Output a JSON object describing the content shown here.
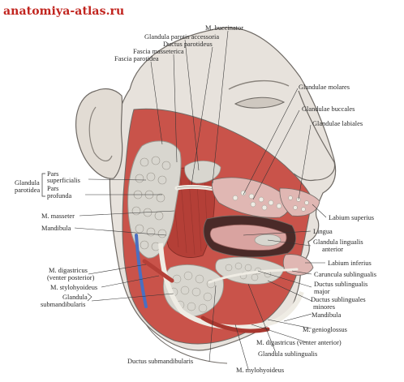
{
  "watermark": {
    "text": "anatomiya-atlas.ru",
    "color": "#c1241e"
  },
  "labels": {
    "m_buccinator": "M. buccinator",
    "glandula_parotis_accessoria": "Glandula parotis accessoria",
    "ductus_parotideus": "Ductus parotideus",
    "fascia_masseterica": "Fascia masseterica",
    "fascia_parotidea": "Fascia parotidea",
    "glandulae_molares": "Glandulae molares",
    "glandulae_buccales": "Glandulae buccales",
    "glandulae_labiales": "Glandulae labiales",
    "glandula_parotidea_1": "Glandula",
    "glandula_parotidea_2": "parotidea",
    "pars_superficialis_1": "Pars",
    "pars_superficialis_2": "superficialis",
    "pars_profunda_1": "Pars",
    "pars_profunda_2": "profunda",
    "m_masseter": "M. masseter",
    "mandibula_left": "Mandibula",
    "labium_superius": "Labium superius",
    "lingua": "Lingua",
    "glandula_lingualis_anterior_1": "Glandula lingualis",
    "glandula_lingualis_anterior_2": "anterior",
    "labium_inferius": "Labium inferius",
    "m_digastricus_posterior_1": "M. digastricus",
    "m_digastricus_posterior_2": "(venter posterior)",
    "m_stylohyoideus": "M. stylohyoideus",
    "glandula_submandibularis_1": "Glandula",
    "glandula_submandibularis_2": "submandibularis",
    "caruncula_sublingualis": "Caruncula sublingualis",
    "ductus_sublingualis_major_1": "Ductus sublingualis",
    "ductus_sublingualis_major_2": "major",
    "ductus_sublinguales_minores_1": "Ductus sublinguales",
    "ductus_sublinguales_minores_2": "minores",
    "mandibula_right": "Mandibula",
    "m_genioglossus": "M. genioglossus",
    "m_digastricus_anterior": "M. digastricus (venter anterior)",
    "glandula_sublingualis": "Glandula sublingualis",
    "ductus_submandibularis": "Ductus submandibularis",
    "m_mylohyoideus": "M. mylohyoideus"
  },
  "colors": {
    "skin": "#e7e2dc",
    "skin_shadow": "#cfc8c0",
    "outline": "#6f6a65",
    "muscle": "#c9534a",
    "muscle_dark": "#a8372f",
    "gland": "#d8d6cf",
    "gland_line": "#9a968e",
    "duct": "#efece4",
    "vessel": "#4a6fc1",
    "tongue": "#d9a3a0",
    "mucosa": "#e0b7b3"
  }
}
